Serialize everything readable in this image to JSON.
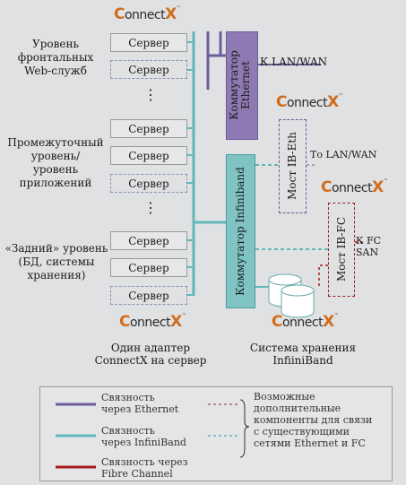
{
  "logo": {
    "c": "C",
    "text": "onnect",
    "x": "X",
    "tm": "™"
  },
  "tiers": [
    {
      "label": "Уровень\nфронтальных\nWeb-служб"
    },
    {
      "label": "Промежуточный\nуровень/\nуровень\nприложений"
    },
    {
      "label": "«Задний» уровень\n(БД, системы\nхранения)"
    }
  ],
  "server_label": "Сервер",
  "ellipsis": "⋮",
  "ethernet_switch": "Коммутатор\nEthernet",
  "ib_switch": "Коммутатор Infiniband",
  "lan_wan": "К LAN/WAN",
  "bridge_ib_eth": "Мост IB-Eth",
  "to_lan_wan": "То LAN/WAN",
  "bridge_ib_fc": "Мост IB-FC",
  "fc_san": "К FC SAN",
  "caption_left": "Один адаптер\nConnectX на сервер",
  "caption_right": "Система хранения\nInfiiniBand",
  "legend": {
    "ethernet": "Связность\nчерез Ethernet",
    "infiniband": "Связность\nчерез InfiniBand",
    "fibre": "Связность через\nFibre Channel",
    "optional": "Возможные\nдополнительные\nкомпоненты для связи\nс существующими\nсетями Ethernet и FC"
  },
  "colors": {
    "ethernet": "#6e5c9c",
    "infiniband": "#62b7b8",
    "fibre": "#a61c1c",
    "bg": "#dfe1e3"
  }
}
